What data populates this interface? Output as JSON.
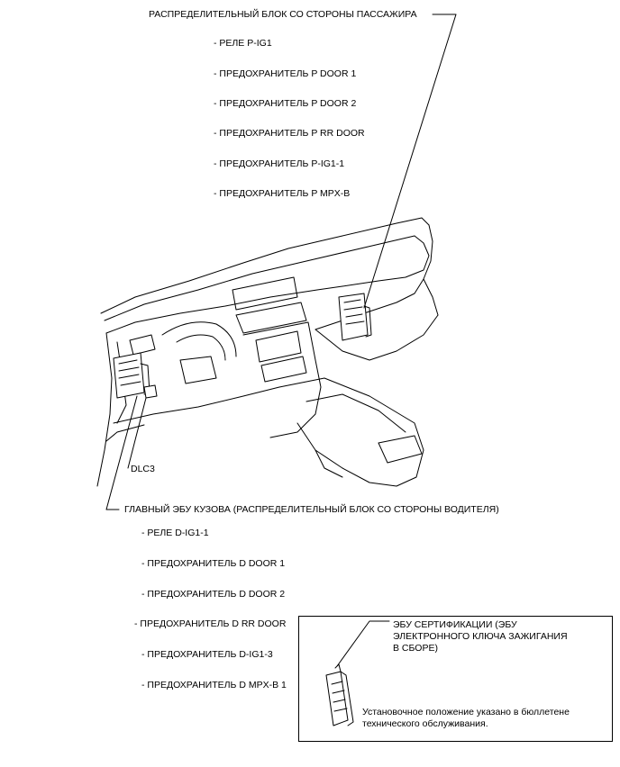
{
  "passenger_block": {
    "title": "РАСПРЕДЕЛИТЕЛЬНЫЙ БЛОК СО СТОРОНЫ ПАССАЖИРА",
    "items": [
      "- РЕЛЕ P-IG1",
      "- ПРЕДОХРАНИТЕЛЬ P DOOR 1",
      "- ПРЕДОХРАНИТЕЛЬ P DOOR 2",
      "- ПРЕДОХРАНИТЕЛЬ P RR DOOR",
      "- ПРЕДОХРАНИТЕЛЬ P-IG1-1",
      "- ПРЕДОХРАНИТЕЛЬ P MPX-B"
    ]
  },
  "dlc3": {
    "label": "DLC3"
  },
  "driver_block": {
    "title": "ГЛАВНЫЙ ЭБУ КУЗОВА (РАСПРЕДЕЛИТЕЛЬНЫЙ БЛОК СО СТОРОНЫ ВОДИТЕЛЯ)",
    "items": [
      "- РЕЛЕ D-IG1-1",
      "- ПРЕДОХРАНИТЕЛЬ D DOOR 1",
      "- ПРЕДОХРАНИТЕЛЬ D DOOR 2",
      "- ПРЕДОХРАНИТЕЛЬ D RR DOOR",
      "- ПРЕДОХРАНИТЕЛЬ D-IG1-3",
      "- ПРЕДОХРАНИТЕЛЬ D MPX-B 1"
    ]
  },
  "inset": {
    "title": "ЭБУ СЕРТИФИКАЦИИ (ЭБУ ЭЛЕКТРОННОГО КЛЮЧА ЗАЖИГАНИЯ В СБОРЕ)",
    "note": "Установочное положение указано в бюллетене технического обслуживания."
  }
}
